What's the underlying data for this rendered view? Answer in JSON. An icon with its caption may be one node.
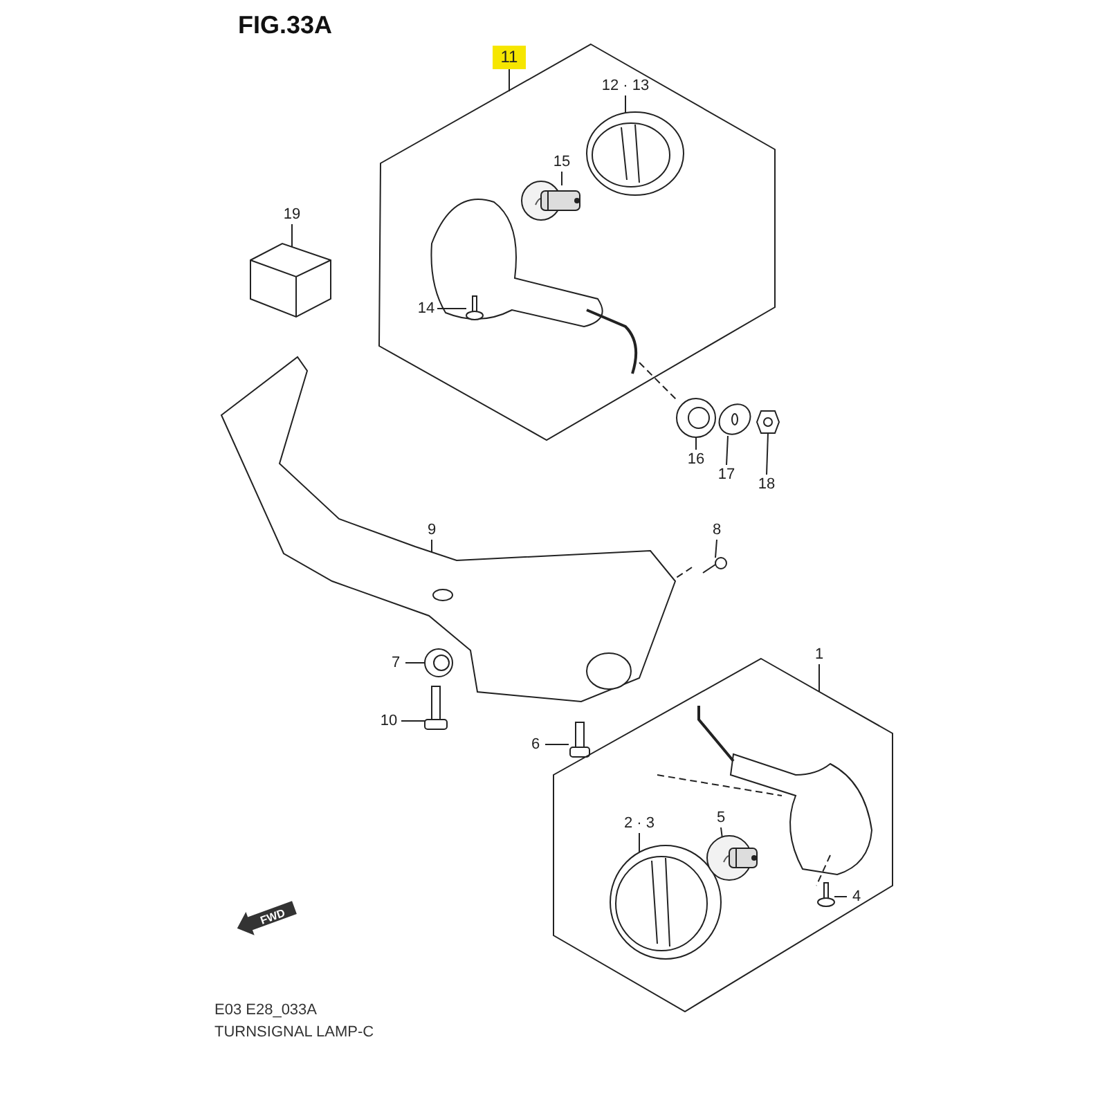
{
  "diagram": {
    "title": "FIG.33A",
    "nodes": [
      {
        "text": [
          "11"
        ]
      },
      {
        "text": [],
        "shape": "hexagon"
      },
      {
        "text": [
          "12 · 13"
        ],
        "in": 1
      },
      {
        "text": [],
        "shape": "picture",
        "in": 1
      },
      {
        "text": [
          "15"
        ],
        "in": 1
      },
      {
        "text": [],
        "shape": "picture",
        "in": 1
      },
      {
        "text": [
          "14"
        ],
        "in": 1
      },
      {
        "text": [],
        "shape": "picture",
        "in": 1
      },
      {
        "text": [
          "19"
        ]
      },
      {
        "text": [],
        "shape": "picture"
      },
      {
        "text": [
          "16"
        ]
      },
      {
        "text": [],
        "shape": "picture"
      },
      {
        "text": [
          "17"
        ]
      },
      {
        "text": [],
        "shape": "picture"
      },
      {
        "text": [
          "18"
        ]
      },
      {
        "text": [],
        "shape": "picture"
      },
      {
        "text": [
          "9"
        ]
      },
      {
        "text": [],
        "shape": "picture"
      },
      {
        "text": [
          "8"
        ]
      },
      {
        "text": [],
        "shape": "picture"
      },
      {
        "text": [
          "7"
        ]
      },
      {
        "text": [],
        "shape": "picture"
      },
      {
        "text": [
          "10"
        ]
      },
      {
        "text": [],
        "shape": "picture"
      },
      {
        "text": [
          "6"
        ]
      },
      {
        "text": [],
        "shape": "picture"
      },
      {
        "text": [
          "1"
        ]
      },
      {
        "text": [],
        "shape": "hexagon"
      },
      {
        "text": [
          "2 · 3"
        ],
        "in": 27
      },
      {
        "text": [],
        "shape": "picture",
        "in": 27
      },
      {
        "text": [
          "5"
        ],
        "in": 27
      },
      {
        "text": [],
        "shape": "picture",
        "in": 27
      },
      {
        "text": [
          "4"
        ],
        "in": 27
      },
      {
        "text": [],
        "shape": "picture",
        "in": 27
      }
    ],
    "edges": [
      {
        "from": 0,
        "to": 1,
        "arrow": "none"
      },
      {
        "from": 2,
        "to": 3,
        "arrow": "none"
      },
      {
        "from": 4,
        "to": 5,
        "arrow": "none"
      },
      {
        "from": 6,
        "to": 7,
        "arrow": "none"
      },
      {
        "from": 8,
        "to": 9,
        "arrow": "none"
      },
      {
        "from": 10,
        "to": 11,
        "arrow": "none"
      },
      {
        "from": 12,
        "to": 13,
        "arrow": "none"
      },
      {
        "from": 14,
        "to": 15,
        "arrow": "none"
      },
      {
        "from": 16,
        "to": 17,
        "arrow": "none"
      },
      {
        "from": 18,
        "to": 19,
        "arrow": "none"
      },
      {
        "from": 20,
        "to": 21,
        "arrow": "none"
      },
      {
        "from": 22,
        "to": 23,
        "arrow": "none"
      },
      {
        "from": 24,
        "to": 25,
        "arrow": "none"
      },
      {
        "from": 26,
        "to": 27,
        "arrow": "none"
      },
      {
        "from": 28,
        "to": 29,
        "arrow": "none"
      },
      {
        "from": 30,
        "to": 31,
        "arrow": "none"
      },
      {
        "from": 32,
        "to": 33,
        "arrow": "none"
      }
    ],
    "labels": [
      "FWD",
      "E03 E28_033A",
      "TURNSIGNAL LAMP-C"
    ]
  }
}
